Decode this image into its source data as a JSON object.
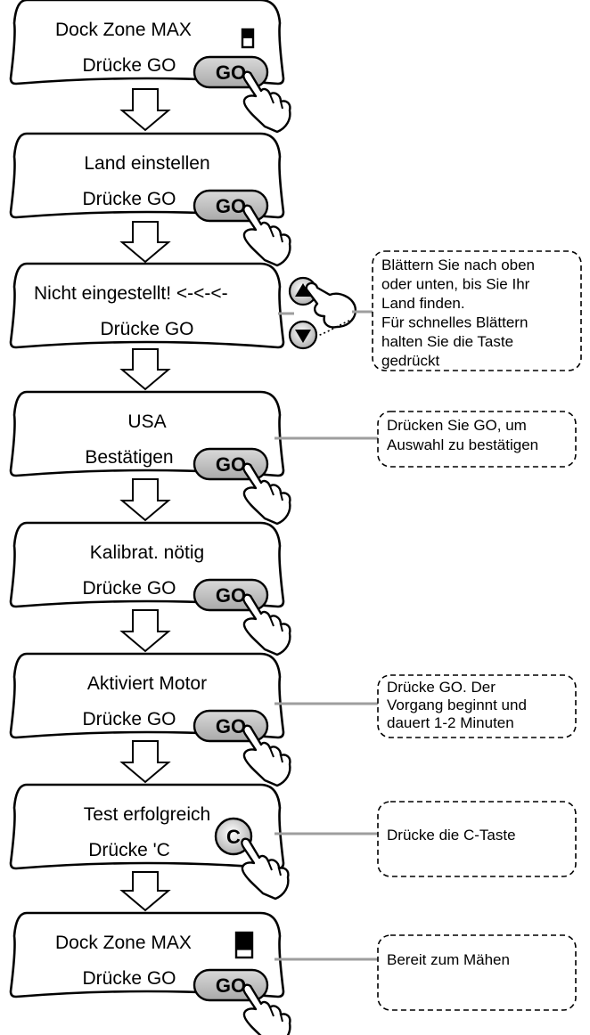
{
  "steps": [
    {
      "line1": "Dock Zone   MAX",
      "line2": "Drücke GO",
      "button": "GO",
      "battery": "half"
    },
    {
      "line1": "Land einstellen",
      "line2": "Drücke GO",
      "button": "GO"
    },
    {
      "line1": "Nicht eingestellt!   <-<-<-",
      "line2": "Drücke GO",
      "button": "arrows",
      "note": [
        "Blättern Sie nach oben",
        "oder unten, bis Sie Ihr",
        "Land finden.",
        "Für schnelles Blättern",
        "halten Sie die Taste",
        "gedrückt"
      ]
    },
    {
      "line1": "USA",
      "line2": "Bestätigen",
      "button": "GO",
      "note": [
        "Drücken Sie GO, um",
        "Auswahl zu bestätigen"
      ]
    },
    {
      "line1": "Kalibrat. nötig",
      "line2": "Drücke GO",
      "button": "GO"
    },
    {
      "line1": "Aktiviert Motor",
      "line2": "Drücke GO",
      "button": "GO",
      "note": [
        "Drücke GO. Der",
        "Vorgang beginnt und",
        "dauert 1-2 Minuten"
      ]
    },
    {
      "line1": "Test erfolgreich",
      "line2": "Drücke 'C",
      "button": "C",
      "note": [
        "Drücke die C-Taste"
      ]
    },
    {
      "line1": "Dock Zone   MAX",
      "line2": "Drücke GO",
      "button": "GO",
      "battery": "full",
      "note": [
        "Bereit zum Mähen"
      ]
    }
  ],
  "colors": {
    "button_fill": "#bdbdbd",
    "connector": "#9e9e9e",
    "stroke": "#000000"
  }
}
